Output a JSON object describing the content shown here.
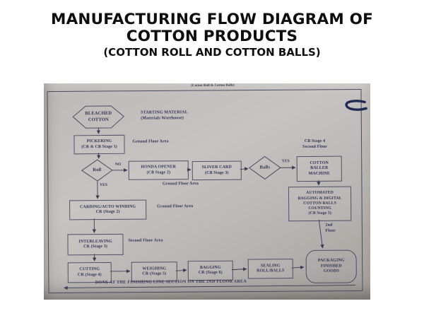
{
  "slide": {
    "title_line1": "MANUFACTURING FLOW DIAGRAM OF",
    "title_line2": "COTTON PRODUCTS",
    "subtitle": "(COTTON ROLL AND COTTON BALLS)"
  },
  "colors": {
    "title_ink": "#0e0e0e",
    "diagram_ink": "#32325a",
    "photo_gray": "#bcb9b6",
    "paperclip_navy": "#1f2a52"
  },
  "diagram": {
    "caption": "(Cotton Roll & Cotton Balls)",
    "nodes": {
      "bleached_cotton": "BLEACHED\nCOTTON",
      "pickering": "PICKERING\n(CR & CB Stage 1)",
      "roll_decision": "Roll",
      "honda_opener": "HONDA OPENER\n(CB Stage 2)",
      "sliver_card": "SLIVER CARD\n(CB Stage 3)",
      "balls_decision": "Balls",
      "cotton_baller": "COTTON\nBALLER\nMACHINE",
      "automated_bagging": "AUTOMATED\nBAGGING & DIGITAL\nCOTTON BALLS\nCOUNTING\n(CB Stage 5)",
      "carding": "CARDING/AUTO WINDING\nCR (Stage 2)",
      "interleaving": "INTERLEAVING\nCR (Stage 3)",
      "cutting": "CUTTING\nCR (Stage 4)",
      "weighing": "WEIGHING\nCR (Stage 5)",
      "bagging": "BAGGING\nCR (Stage 6)",
      "sealing": "SEALING\nROLL/BALLS",
      "packaging": "PACKAGING\nFINISHED\nGOODS"
    },
    "labels": {
      "no": "NO",
      "yes_roll": "YES",
      "yes_balls": "YES",
      "starting_material": "STARTING MATERIAL\n(Materials Warehouse)",
      "ground_floor_1": "Ground Floor Area",
      "ground_floor_2": "Ground Floor Area",
      "ground_floor_3": "Ground Floor Area",
      "second_floor_area": "Second Floor Area",
      "cb_stage4": "CB Stage 4\nSecond Floor",
      "floor_2nd": "2nd\nFloor",
      "finishing_note": "DONE AT THE FINISHING LINE SECTION ON THE 2ND FLOOR AREA"
    }
  }
}
